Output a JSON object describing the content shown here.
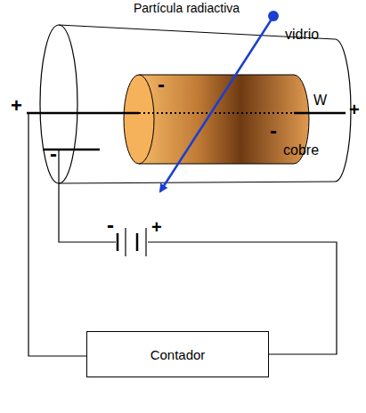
{
  "diagram": {
    "nodes": [
      {
        "text": [
          "Contador"
        ]
      }
    ],
    "labels": [
      "Partícula radiactiva",
      "vidrio",
      "+",
      "W",
      "+",
      "-",
      "-",
      "cobre",
      "-",
      "-",
      "+"
    ]
  }
}
